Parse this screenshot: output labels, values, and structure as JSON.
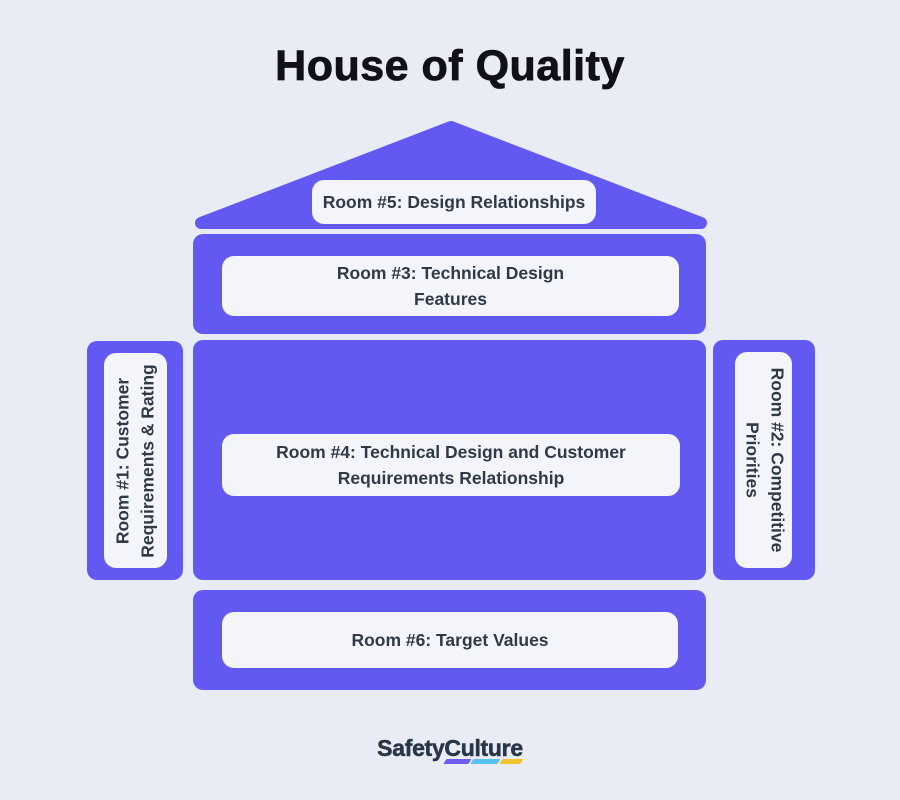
{
  "title": "House of Quality",
  "colors": {
    "background": "#e9ecf4",
    "purple": "#6259f3",
    "panel": "#f4f5fa",
    "label_text": "#2e3a48",
    "title_text": "#101018",
    "logo_text": "#283747",
    "underline_purple": "#6e5bf0",
    "underline_blue": "#57c2f0",
    "underline_yellow": "#f2c230"
  },
  "rooms": {
    "room5": {
      "label": "Room #5: Design Relationships"
    },
    "room3": {
      "lines": [
        "Room #3: Technical Design",
        "Features"
      ]
    },
    "room1": {
      "lines": [
        "Room #1: Customer",
        "Requirements & Rating"
      ]
    },
    "room4": {
      "lines": [
        "Room #4: Technical Design and Customer",
        "Requirements Relationship"
      ]
    },
    "room2": {
      "lines": [
        "Room #2: Competitive",
        "Priorities"
      ]
    },
    "room6": {
      "label": "Room #6: Target Values"
    }
  },
  "footer": {
    "brand": "SafetyCulture"
  }
}
